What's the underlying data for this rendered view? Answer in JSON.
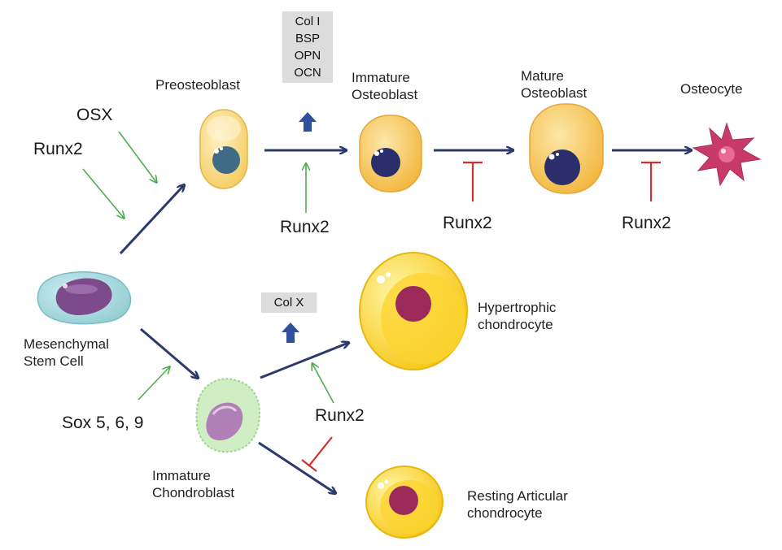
{
  "cells": {
    "msc": {
      "line1": "Mesenchymal",
      "line2": "Stem Cell"
    },
    "preosteoblast": "Preosteoblast",
    "immature_osteoblast": {
      "line1": "Immature",
      "line2": "Osteoblast"
    },
    "mature_osteoblast": {
      "line1": "Mature",
      "line2": "Osteoblast"
    },
    "osteocyte": "Osteocyte",
    "immature_chondroblast": {
      "line1": "Immature",
      "line2": "Chondroblast"
    },
    "hypertrophic": {
      "line1": "Hypertrophic",
      "line2": "chondrocyte"
    },
    "resting": {
      "line1": "Resting Articular",
      "line2": "chondrocyte"
    }
  },
  "markers": {
    "osteo": [
      "Col I",
      "BSP",
      "OPN",
      "OCN"
    ],
    "chondro": [
      "Col X"
    ]
  },
  "regulators": {
    "osx": "OSX",
    "runx2": "Runx2",
    "sox": "Sox 5, 6, 9"
  },
  "colors": {
    "navy_arrow": "#2b3a6b",
    "activation": "#4caf50",
    "inhibition": "#d32f2f",
    "marker_box": "#dcdcdc",
    "up_arrow": "#2f4f9e",
    "osteoblast": "#f7c45c",
    "osteoblast_nucleus": "#2a2f6b",
    "chondrocyte": "#ffd62a",
    "chondrocyte_nucleus": "#9b2a5a",
    "msc": "#9fd6db",
    "msc_nucleus": "#7d4a8c",
    "chondroblast": "#cfeec4",
    "osteocyte": "#c83a6a"
  }
}
